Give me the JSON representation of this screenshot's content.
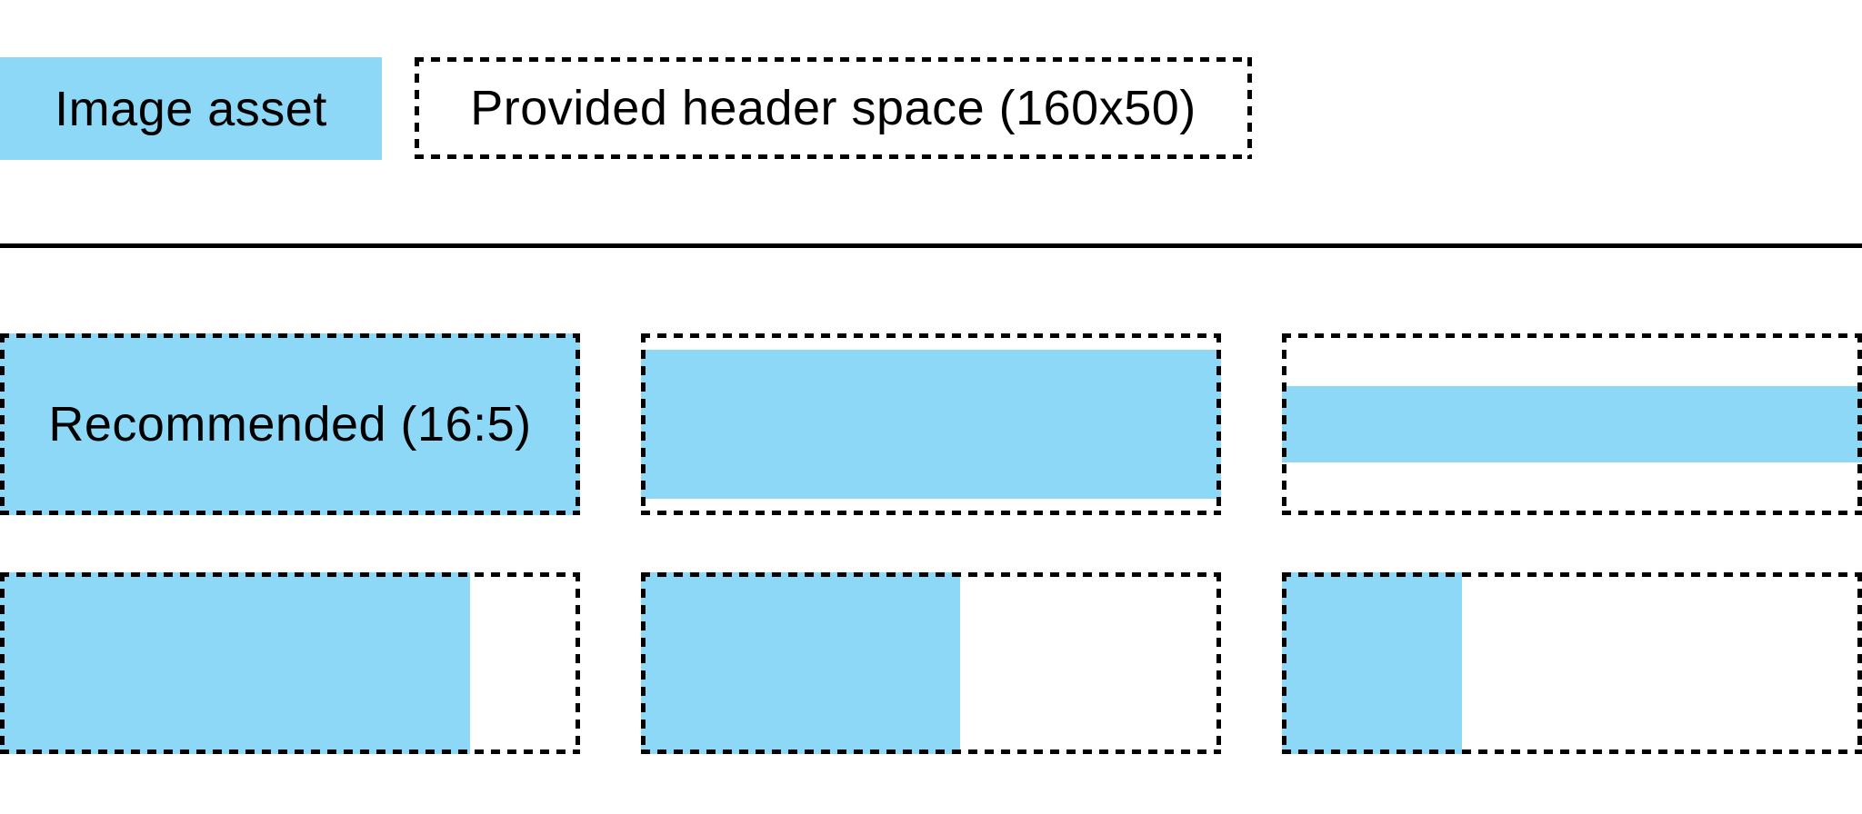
{
  "colors": {
    "asset_blue": "#8DD7F7",
    "line_black": "#000000"
  },
  "legend": {
    "image_asset_label": "Image asset",
    "header_space_label": "Provided header space (160x50)"
  },
  "examples": [
    {
      "name": "recommended-16-5",
      "label": "Recommended (16:5)",
      "fill_width_pct": 100,
      "fill_height_pct": 100
    },
    {
      "name": "wide-asset-letterboxed",
      "label": "",
      "fill_width_pct": 100,
      "fill_height_pct": 82
    },
    {
      "name": "very-wide-asset-letterboxed",
      "label": "",
      "fill_width_pct": 100,
      "fill_height_pct": 42
    },
    {
      "name": "tall-asset-pillarboxed",
      "label": "",
      "fill_width_pct": 81,
      "fill_height_pct": 100
    },
    {
      "name": "taller-asset-pillarboxed",
      "label": "",
      "fill_width_pct": 55,
      "fill_height_pct": 100
    },
    {
      "name": "square-asset-pillarboxed",
      "label": "",
      "fill_width_pct": 31,
      "fill_height_pct": 100
    }
  ]
}
